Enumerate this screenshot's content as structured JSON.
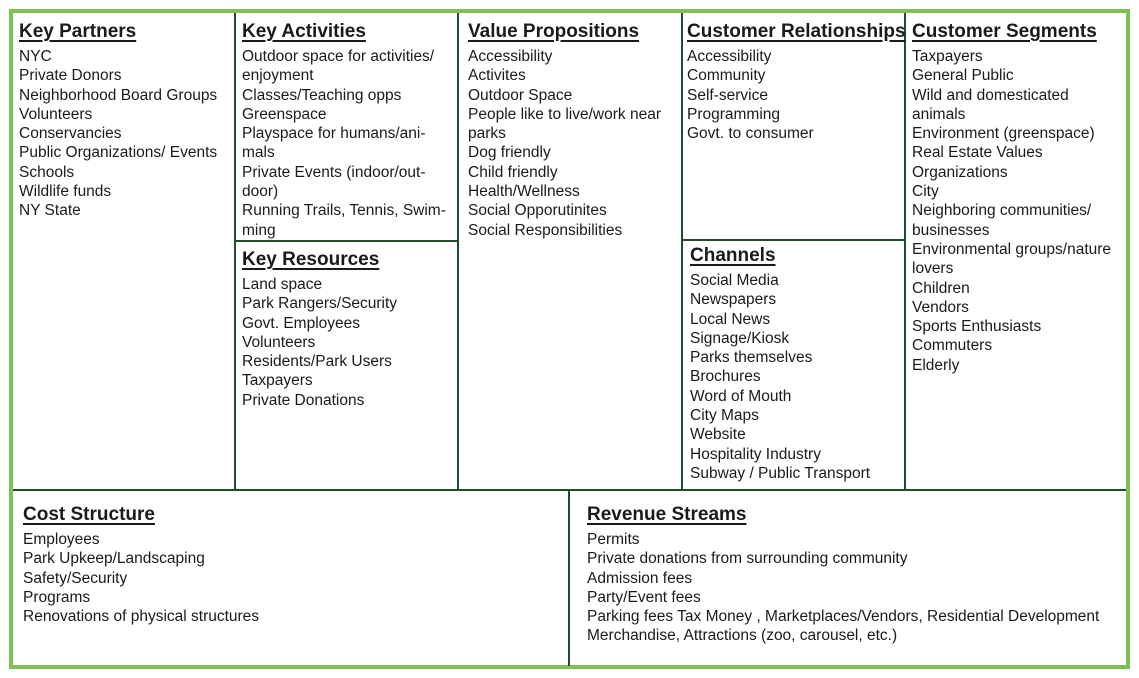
{
  "colors": {
    "frame": "#7cc152",
    "divider": "#1f4d2b",
    "text": "#1a1a1a"
  },
  "canvas": {
    "key_partners": {
      "title": "Key Partners",
      "items": [
        "NYC",
        "Private Donors",
        "Neighborhood Board Groups",
        "Volunteers",
        "Conservancies",
        "Public Organizations/ Events",
        "Schools",
        "Wildlife funds",
        "NY State"
      ]
    },
    "key_activities": {
      "title": "Key Activities",
      "items": [
        "Outdoor space for activities/",
        "enjoyment",
        "Classes/Teaching opps",
        "Greenspace",
        "Playspace for humans/ani-",
        "mals",
        "Private Events (indoor/out-",
        "door)",
        "Running Trails, Tennis, Swim-",
        "ming"
      ]
    },
    "key_resources": {
      "title": "Key Resources",
      "items": [
        "Land space",
        "Park Rangers/Security",
        "Govt. Employees",
        "Volunteers",
        "Residents/Park Users",
        "Taxpayers",
        "Private Donations"
      ]
    },
    "value_propositions": {
      "title": "Value Propositions",
      "items": [
        "Accessibility",
        "Activites",
        "Outdoor Space",
        "People like to live/work near",
        "parks",
        "Dog friendly",
        "Child friendly",
        "Health/Wellness",
        "Social Opporutinites",
        "Social Responsibilities"
      ]
    },
    "customer_relationships": {
      "title": "Customer Relationships",
      "items": [
        "Accessibility",
        "Community",
        "Self-service",
        "Programming",
        "Govt. to consumer"
      ]
    },
    "channels": {
      "title": "Channels",
      "items": [
        "Social Media",
        "Newspapers",
        "Local News",
        "Signage/Kiosk",
        "Parks themselves",
        "Brochures",
        "Word of Mouth",
        "City Maps",
        "Website",
        "Hospitality Industry",
        "Subway / Public Transport"
      ]
    },
    "customer_segments": {
      "title": "Customer Segments",
      "items": [
        "Taxpayers",
        "General Public",
        "Wild and domesticated",
        "animals",
        "Environment (greenspace)",
        "Real Estate Values",
        "Organizations",
        "City",
        "Neighboring communities/",
        "businesses",
        "Environmental groups/nature",
        "lovers",
        "Children",
        "Vendors",
        "Sports Enthusiasts",
        "Commuters",
        "Elderly"
      ]
    },
    "cost_structure": {
      "title": "Cost Structure",
      "items": [
        "Employees",
        "Park Upkeep/Landscaping",
        "Safety/Security",
        "Programs",
        "Renovations of physical structures"
      ]
    },
    "revenue_streams": {
      "title": "Revenue Streams",
      "items": [
        "Permits",
        "Private donations from surrounding community",
        "Admission fees",
        "Party/Event fees",
        "Parking fees  Tax Money , Marketplaces/Vendors, Residential Development",
        "Merchandise, Attractions (zoo, carousel, etc.)"
      ]
    }
  }
}
